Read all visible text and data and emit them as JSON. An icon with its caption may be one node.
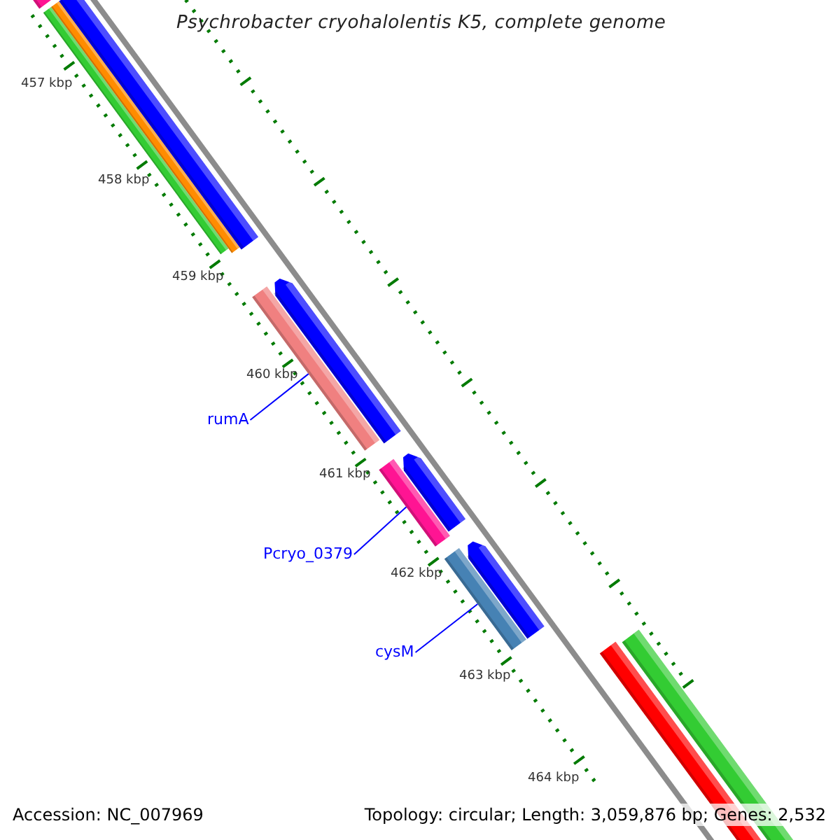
{
  "diagram": {
    "title": "Psychrobacter cryohalolentis K5, complete genome",
    "nodes": [
      {
        "text": [
          "rumA"
        ]
      },
      {
        "text": [],
        "shape": "bar"
      },
      {
        "text": [
          "Pcryo_0379"
        ]
      },
      {
        "text": [],
        "shape": "bar"
      },
      {
        "text": [
          "cysM"
        ]
      },
      {
        "text": [],
        "shape": "bar"
      }
    ],
    "edges": [
      {
        "from": 0,
        "to": 1,
        "arrow": "none"
      },
      {
        "from": 2,
        "to": 3,
        "arrow": "none"
      },
      {
        "from": 4,
        "to": 5,
        "arrow": "none"
      }
    ],
    "labels": [
      "457 kbp",
      "458 kbp",
      "459 kbp",
      "460 kbp",
      "461 kbp",
      "462 kbp",
      "463 kbp",
      "464 kbp",
      "Accession: NC_007969",
      "Topology: circular; Length: 3,059,876 bp; Genes: 2,532"
    ]
  }
}
